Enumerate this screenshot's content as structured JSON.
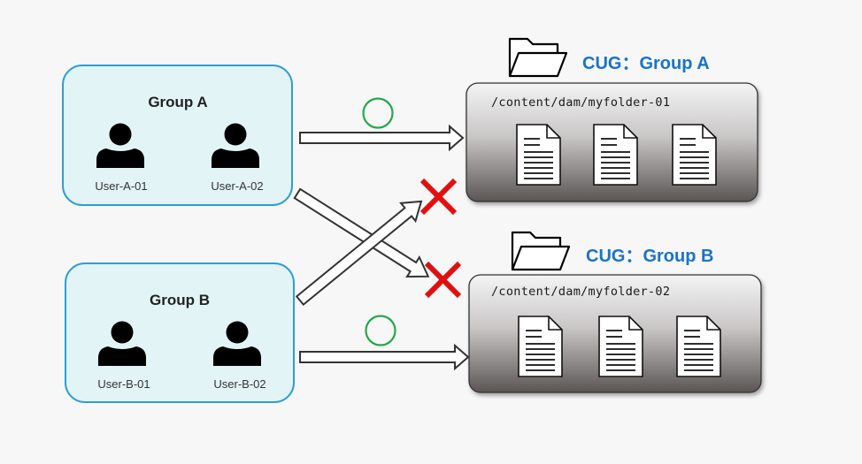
{
  "groups": {
    "a": {
      "title": "Group A",
      "users": [
        "User-A-01",
        "User-A-02"
      ]
    },
    "b": {
      "title": "Group B",
      "users": [
        "User-B-01",
        "User-B-02"
      ]
    }
  },
  "folders": {
    "a": {
      "cug_label": "CUG：Group A",
      "path": "/content/dam/myfolder-01"
    },
    "b": {
      "cug_label": "CUG：Group B",
      "path": "/content/dam/myfolder-02"
    }
  },
  "access": [
    {
      "from": "Group A",
      "to": "/content/dam/myfolder-01",
      "allowed": true
    },
    {
      "from": "Group A",
      "to": "/content/dam/myfolder-02",
      "allowed": false
    },
    {
      "from": "Group B",
      "to": "/content/dam/myfolder-01",
      "allowed": false
    },
    {
      "from": "Group B",
      "to": "/content/dam/myfolder-02",
      "allowed": true
    }
  ],
  "colors": {
    "group_border": "#2b9fd6",
    "group_fill": "#e2f4f6",
    "cug_text": "#1a73c8",
    "allowed_mark": "#22a84a",
    "denied_mark": "#e01010"
  }
}
